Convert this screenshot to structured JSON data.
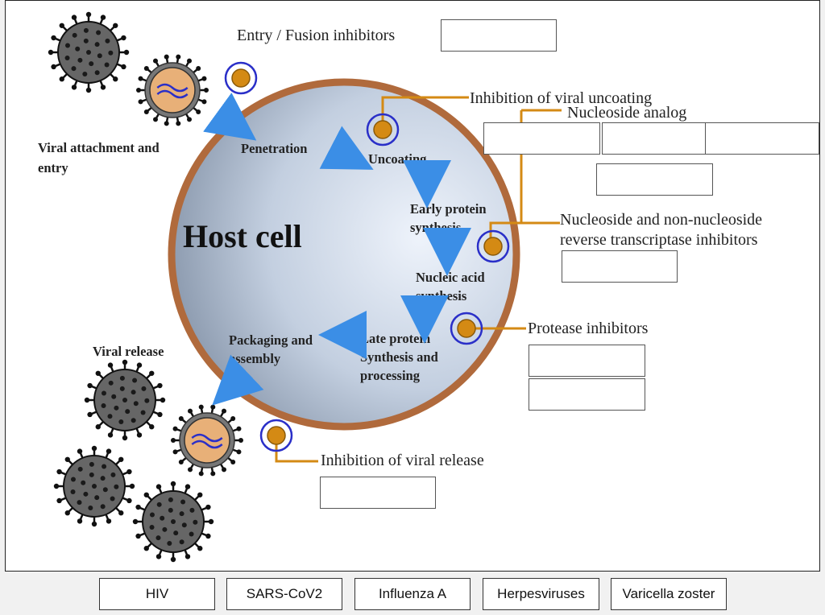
{
  "diagram": {
    "cell_label": "Host cell",
    "stages": {
      "attachment": [
        "Viral attachment and",
        "entry"
      ],
      "penetration": "Penetration",
      "uncoating": "Uncoating",
      "early_protein": [
        "Early protein",
        "synthesis"
      ],
      "nucleic_acid": [
        "Nucleic acid",
        "synthesis"
      ],
      "late_protein": [
        "Late protein",
        "Synthesis and",
        "processing"
      ],
      "packaging": [
        "Packaging and",
        "assembly"
      ],
      "release": "Viral release"
    },
    "drug_labels": {
      "entry": "Entry / Fusion inhibitors",
      "uncoating": "Inhibition of viral uncoating",
      "nucleoside_analog": "Nucleoside analog",
      "rt_inhibitors": [
        "Nucleoside and non-nucleoside",
        "reverse transcriptase inhibitors"
      ],
      "protease": "Protease inhibitors",
      "release": "Inhibition of viral release"
    },
    "colors": {
      "cell_border": "#b06a3c",
      "cell_fill_light": "#e4ecf8",
      "cell_fill_dark": "#8a98ab",
      "arrow": "#3b8ee6",
      "drug_orange": "#d48a14",
      "drug_ring": "#2a2fc8",
      "virus_core": "#e8b078"
    }
  },
  "answer_bank": [
    "HIV",
    "SARS-CoV2",
    "Influenza A",
    "Herpesviruses",
    "Varicella zoster"
  ]
}
